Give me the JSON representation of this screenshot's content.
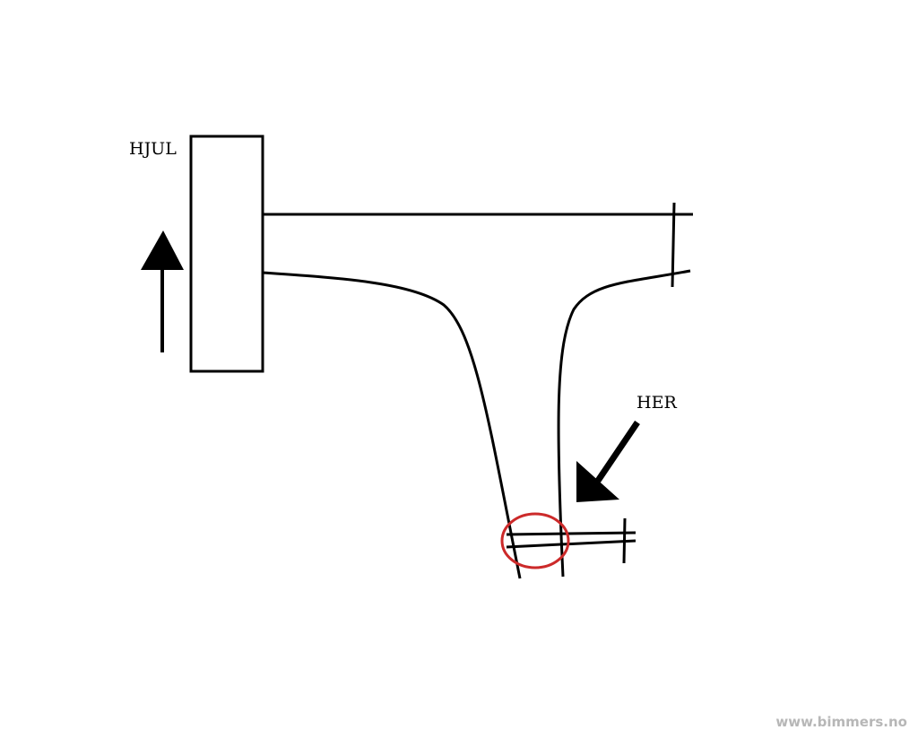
{
  "labels": {
    "wheel": "HJUL",
    "here": "HER"
  },
  "watermark": "www.bimmers.no",
  "colors": {
    "stroke": "#000000",
    "highlight": "#cc2a2a",
    "watermark": "#b7b7b7",
    "background": "#ffffff"
  },
  "icons": {
    "wheel_arrow": "arrow-up-icon",
    "here_arrow": "arrow-down-left-icon",
    "highlight": "circle-highlight-icon"
  }
}
